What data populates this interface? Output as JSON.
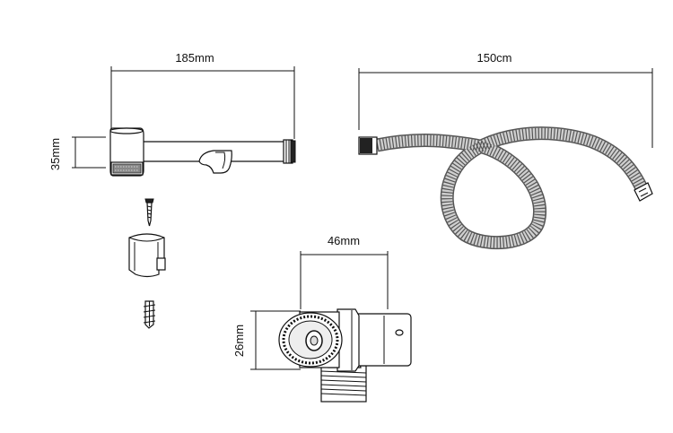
{
  "dimensions": {
    "sprayer_length": "185mm",
    "hose_length": "150cm",
    "head_height": "35mm",
    "valve_width": "46mm",
    "valve_height": "26mm"
  },
  "colors": {
    "line": "#111111",
    "background": "#ffffff",
    "hose_outer": "#666666",
    "hose_inner": "#f4f4f4"
  }
}
